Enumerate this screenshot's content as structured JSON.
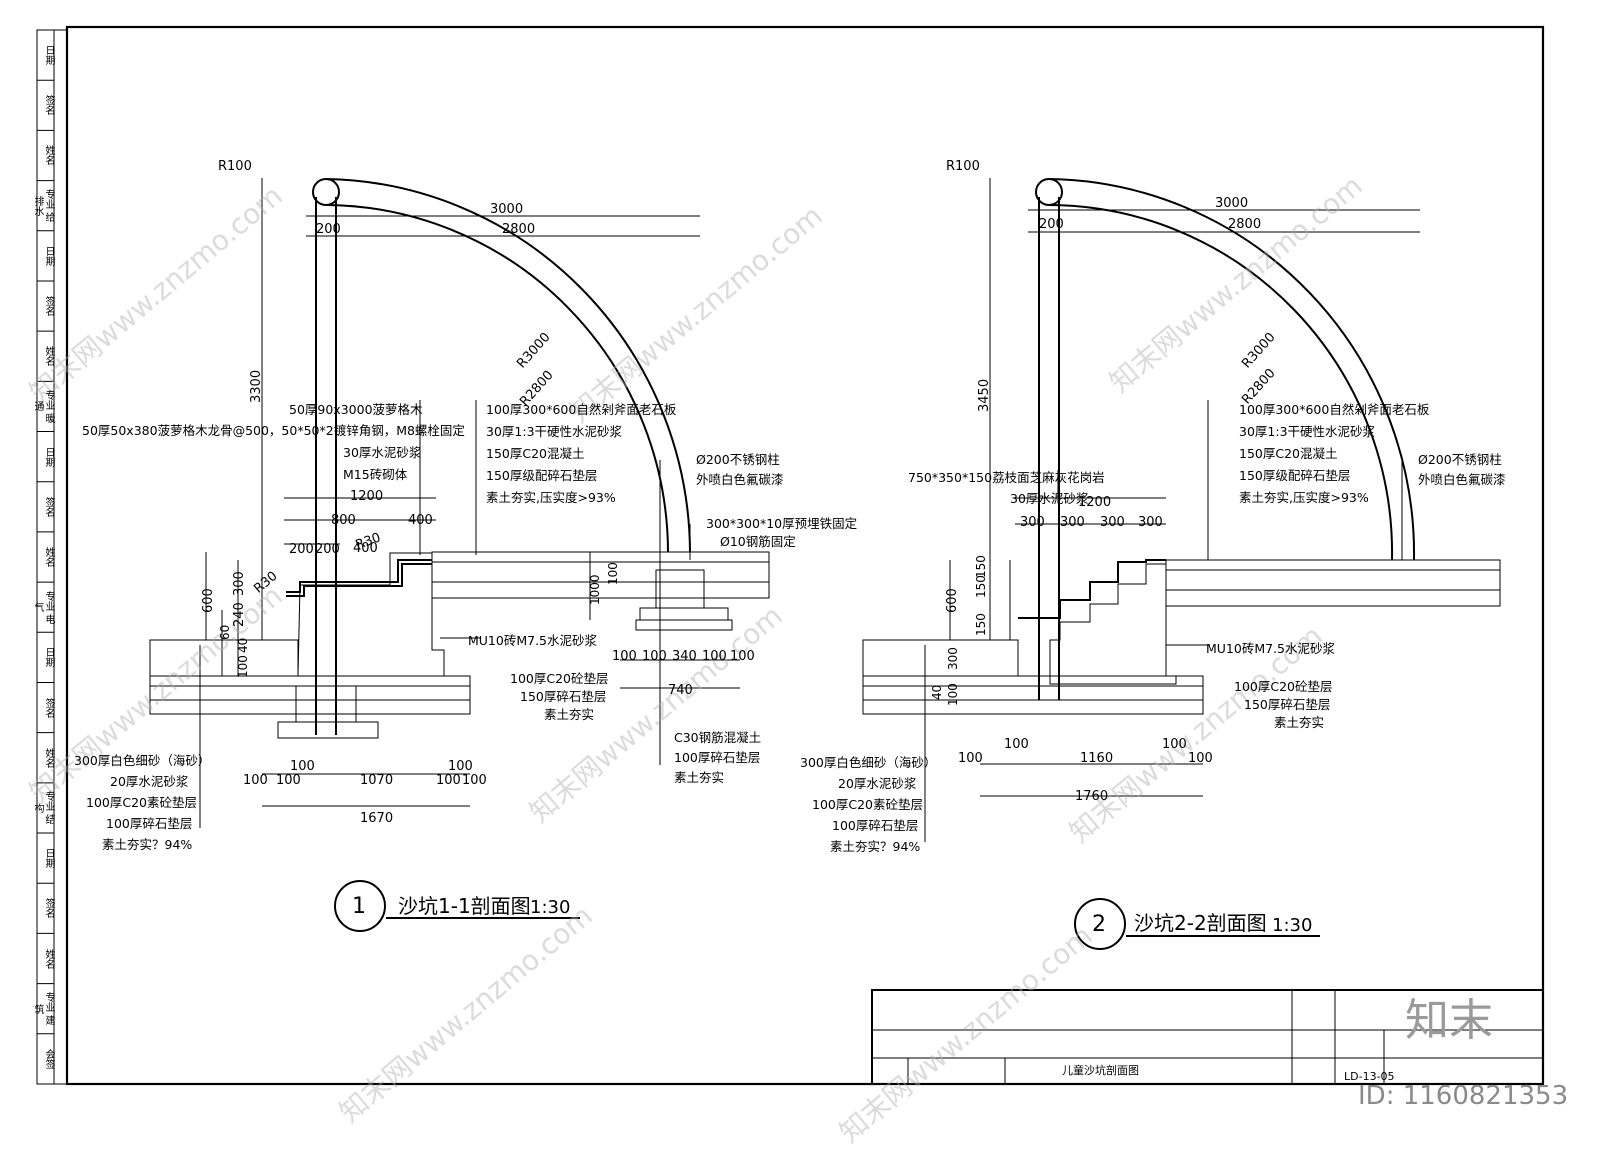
{
  "watermarks": {
    "site": "知末网www.znzmo.com",
    "logo": "知末",
    "id_text": "ID: 1160821353"
  },
  "side_strip": [
    "日期",
    "签名",
    "姓名",
    "专业 给排水",
    "日期",
    "签名",
    "姓名",
    "专业 暖通",
    "日期",
    "签名",
    "姓名",
    "专业 电气",
    "日期",
    "签名",
    "姓名",
    "专业 结构",
    "日期",
    "签名",
    "姓名",
    "专业 建筑",
    "会签"
  ],
  "title_block": {
    "drawing_name": "儿童沙坑剖面图",
    "drawing_no": "LD-13-05"
  },
  "section1": {
    "circle_no": "1",
    "title": "沙坑1-1剖面图",
    "scale": "1:30",
    "dims": {
      "r100": "R100",
      "d3000": "3000",
      "d200": "200",
      "d2800": "2800",
      "r3000": "R3000",
      "r2800": "R2800",
      "d3300": "3300",
      "d1200": "1200",
      "d800": "800",
      "d400a": "400",
      "r30a": "R30",
      "d400b": "400",
      "d200a": "200",
      "d200b": "200",
      "r30b": "R30",
      "d600": "600",
      "d300": "300",
      "d240": "240",
      "d60": "60",
      "d40": "40",
      "d100": "100",
      "d1000": "1000",
      "d100c": "100",
      "b100a": "100",
      "b100b": "100",
      "b1070": "1070",
      "b100c": "100",
      "b100d": "100",
      "b100e": "100",
      "b100f": "100",
      "b1670": "1670",
      "f100a": "100",
      "f100b": "100",
      "f340": "340",
      "f100c": "100",
      "f100d": "100",
      "f740": "740"
    },
    "notes_wood": [
      "50厚90x3000菠萝格木",
      "50厚50x380菠萝格木龙骨@500，50*50*2镀锌角钢，M8螺栓固定",
      "30厚水泥砂浆",
      "M15砖砌体"
    ],
    "notes_paving": [
      "100厚300*600自然剁斧面老石板",
      "30厚1:3干硬性水泥砂浆",
      "150厚C20混凝土",
      "150厚级配碎石垫层",
      "素土夯实,压实度>93%"
    ],
    "notes_column": [
      "Ø200不锈钢柱",
      "外喷白色氟碳漆"
    ],
    "notes_embed": [
      "300*300*10厚预埋铁固定",
      "Ø10钢筋固定"
    ],
    "notes_wall": [
      "MU10砖M7.5水泥砂浆",
      "100厚C20砼垫层",
      "150厚碎石垫层",
      "素土夯实"
    ],
    "notes_footing": [
      "C30钢筋混凝土",
      "100厚碎石垫层",
      "素土夯实"
    ],
    "notes_sand": [
      "300厚白色细砂（海砂）",
      "20厚水泥砂浆",
      "100厚C20素砼垫层",
      "100厚碎石垫层",
      "素土夯实？94%"
    ]
  },
  "section2": {
    "circle_no": "2",
    "title": "沙坑2-2剖面图",
    "scale": "1:30",
    "dims": {
      "r100": "R100",
      "d3000": "3000",
      "d200": "200",
      "d2800": "2800",
      "r3000": "R3000",
      "r2800": "R2800",
      "d3450": "3450",
      "d1200": "1200",
      "s300a": "300",
      "s300b": "300",
      "s300c": "300",
      "s300d": "300",
      "d600": "600",
      "d150a": "150",
      "d150b": "150",
      "d150c": "150",
      "d300": "300",
      "d40": "40",
      "d100": "100",
      "b100a": "100",
      "b100b": "100",
      "b1160": "1160",
      "b100c": "100",
      "b100d": "100",
      "b1760": "1760"
    },
    "notes_step": [
      "750*350*150荔枝面芝麻灰花岗岩",
      "30厚水泥砂浆"
    ],
    "notes_paving": [
      "100厚300*600自然剁斧面老石板",
      "30厚1:3干硬性水泥砂浆",
      "150厚C20混凝土",
      "150厚级配碎石垫层",
      "素土夯实,压实度>93%"
    ],
    "notes_column": [
      "Ø200不锈钢柱",
      "外喷白色氟碳漆"
    ],
    "notes_wall": [
      "MU10砖M7.5水泥砂浆",
      "100厚C20砼垫层",
      "150厚碎石垫层",
      "素土夯实"
    ],
    "notes_sand": [
      "300厚白色细砂（海砂）",
      "20厚水泥砂浆",
      "100厚C20素砼垫层",
      "100厚碎石垫层",
      "素土夯实？94%"
    ]
  }
}
